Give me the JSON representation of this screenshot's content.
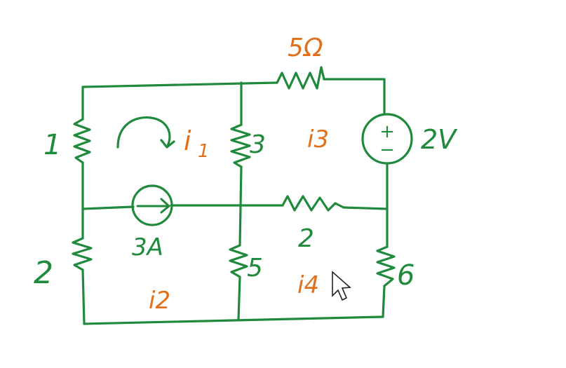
{
  "colors": {
    "ink_green": "#1f8a3c",
    "ink_orange": "#e0701c",
    "background": "#ffffff"
  },
  "icons": [
    "mouse-pointer-icon",
    "current-source-arrow-icon",
    "clockwise-loop-arrow-icon"
  ],
  "labels": {
    "r_top": "5Ω",
    "r_left_top": "1",
    "r_mid_vertical": "3",
    "r_mid_horizontal": "2",
    "r_left_bottom": "2",
    "r_center_bottom": "5",
    "r_right_bottom": "6",
    "voltage_source": "2V",
    "voltage_plus": "+",
    "voltage_minus": "−",
    "current_source": "3A",
    "mesh_i1": "i",
    "mesh_i1_sub": "1",
    "mesh_i2": "i2",
    "mesh_i3": "i3",
    "mesh_i4": "i4"
  }
}
